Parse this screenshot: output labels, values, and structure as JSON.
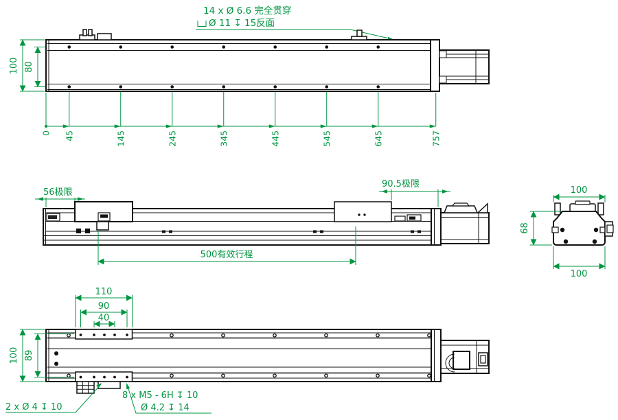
{
  "drawing": {
    "type": "linear-actuator engineering drawing, 3 views + end section",
    "colors": {
      "dimension_green": "#009540",
      "geometry_black": "#111111",
      "background": "#ffffff"
    }
  },
  "top_note": {
    "line1": "14 x Ø 6.6 完全贯穿",
    "line2": "Ø 11 ↧ 15反面",
    "counterbore_icon": "counterbore-symbol"
  },
  "top_view": {
    "ordinates": [
      "0",
      "45",
      "145",
      "245",
      "345",
      "445",
      "545",
      "645",
      "757"
    ],
    "dim_height_overall": "100",
    "dim_hole_rows": "80"
  },
  "side_view": {
    "limit_left": "56极限",
    "limit_right": "90.5极限",
    "effective_stroke": "500有效行程"
  },
  "end_view": {
    "width_top": "100",
    "height": "68",
    "width_bottom": "100"
  },
  "bottom_view": {
    "dim_carriage_width": "110",
    "dim_hole_span": "90",
    "dim_hole_pitch": "40",
    "dim_height_overall": "100",
    "dim_hole_rows": "89",
    "note_dowel": "2 x Ø 4 ↧ 10",
    "note_thread": "8 x M5 - 6H ↧ 10",
    "note_counterbore": "Ø 4.2 ↧ 14"
  }
}
